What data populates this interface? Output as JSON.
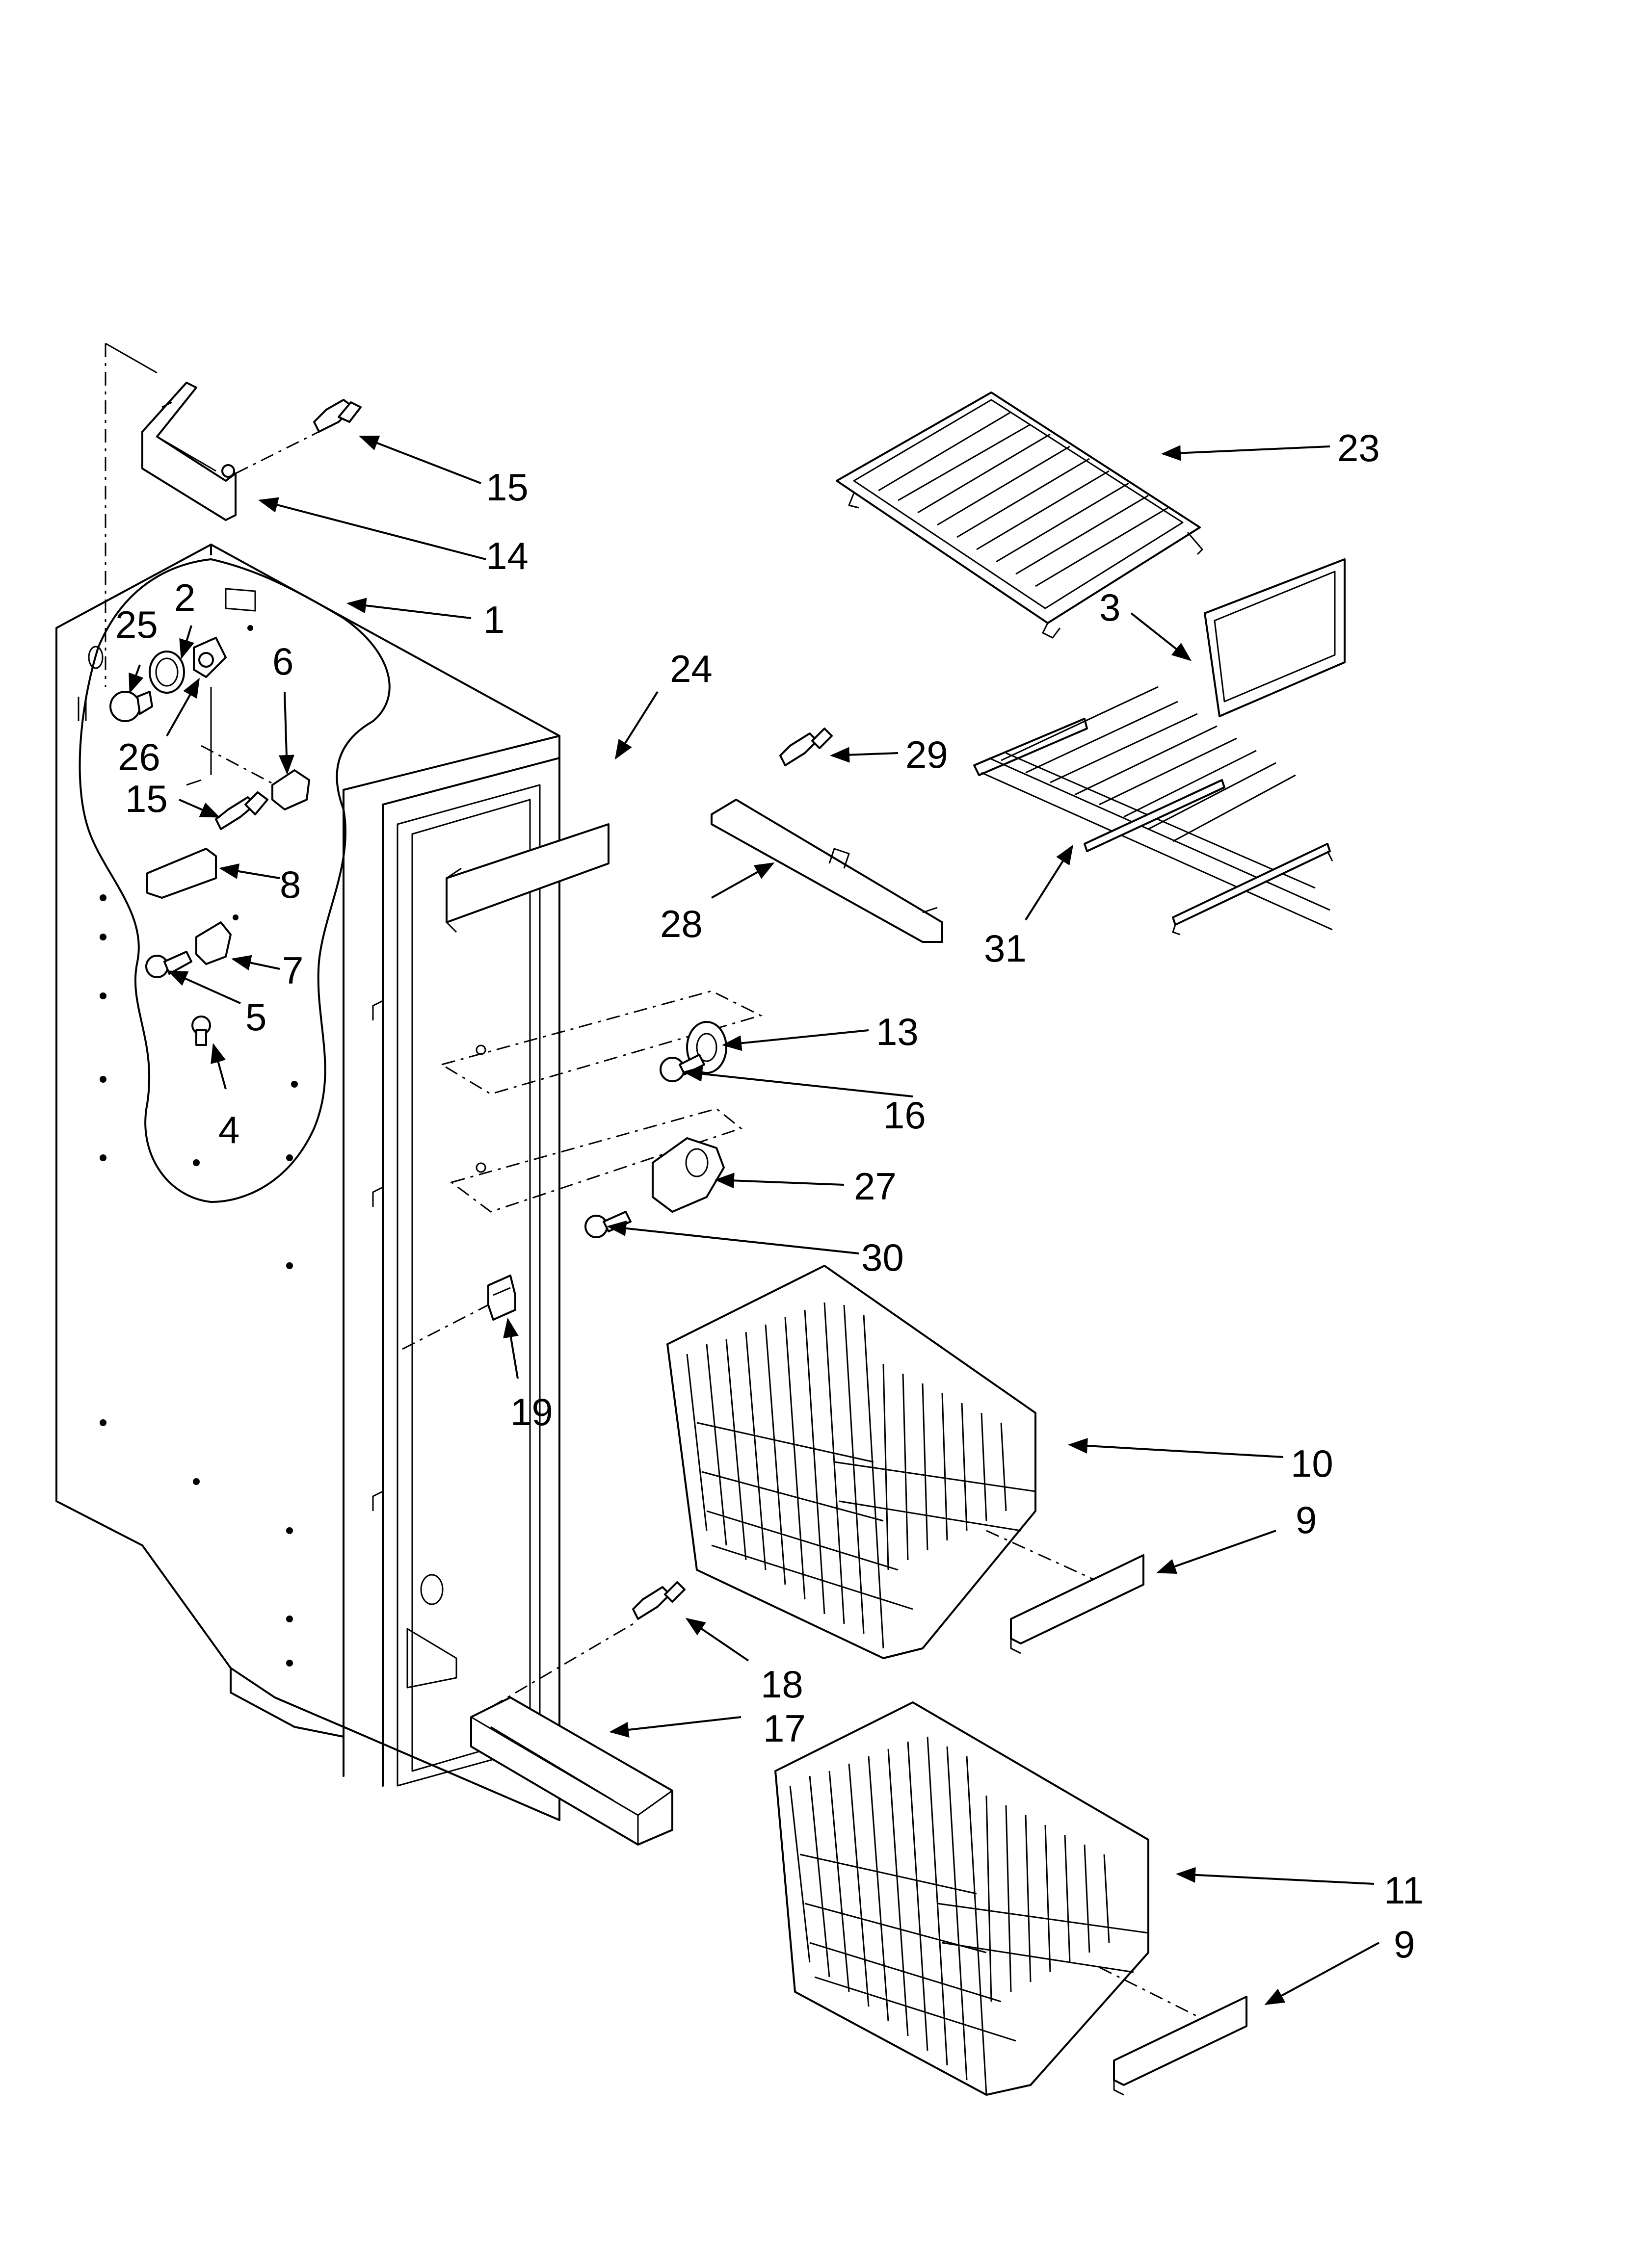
{
  "labels": {
    "l1": "1",
    "l2": "2",
    "l3": "3",
    "l4": "4",
    "l5": "5",
    "l6": "6",
    "l7": "7",
    "l8": "8",
    "l9a": "9",
    "l9b": "9",
    "l10": "10",
    "l11": "11",
    "l13": "13",
    "l14": "14",
    "l15a": "15",
    "l15b": "15",
    "l16": "16",
    "l17": "17",
    "l18": "18",
    "l19": "19",
    "l23": "23",
    "l24": "24",
    "l25": "25",
    "l26": "26",
    "l27": "27",
    "l28": "28",
    "l29": "29",
    "l30": "30",
    "l31": "31"
  }
}
